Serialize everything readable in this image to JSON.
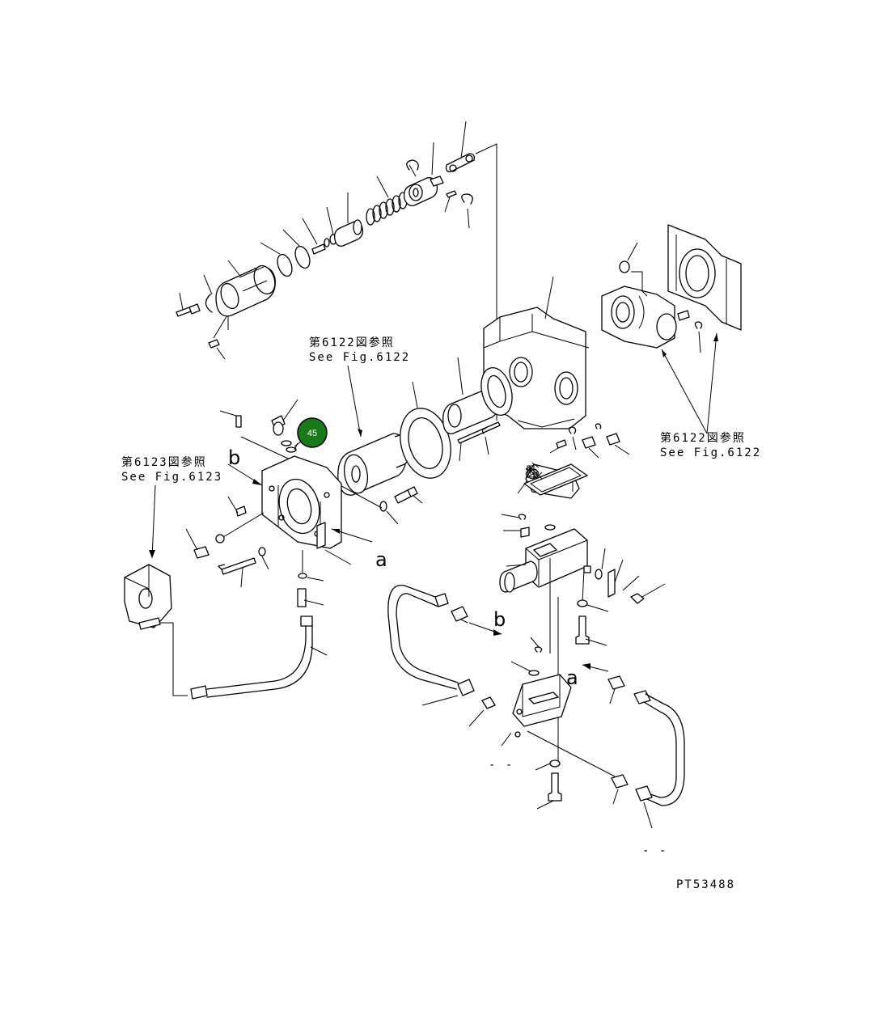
{
  "references": {
    "fig6122_top": {
      "ja": "第6122図参照",
      "en": "See Fig.6122"
    },
    "fig6123": {
      "ja": "第6123図参照",
      "en": "See Fig.6123"
    },
    "fig6122_right": {
      "ja": "第6122図参照",
      "en": "See Fig.6122"
    }
  },
  "connection_labels": {
    "a": "a",
    "b": "b"
  },
  "callouts": [
    {
      "number": "45",
      "color": "#1a7a1a"
    }
  ],
  "drawing_number": "PT53488",
  "colors": {
    "line": "#000000",
    "background": "#ffffff",
    "callout_fill": "#1a7a1a",
    "callout_border": "#000000"
  }
}
